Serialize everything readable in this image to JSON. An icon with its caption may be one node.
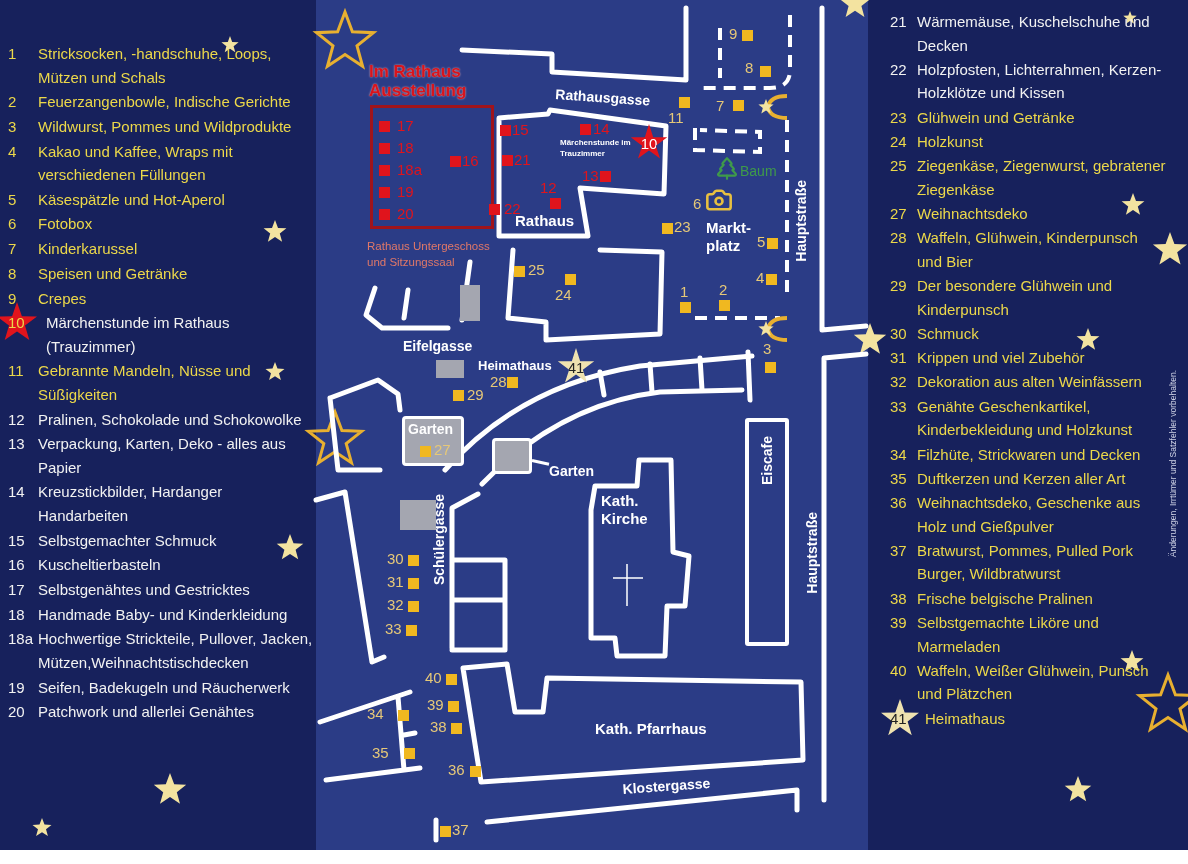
{
  "diagram": {
    "nodes": [
      {
        "text": [
          "Im Rathaus Ausstellung",
          "17",
          "18",
          "18a",
          "19",
          "20"
        ],
        "beside": [
          "Rathaus Untergeschoss und Sitzungssaal"
        ]
      },
      {
        "text": [
          "Rathaus"
        ]
      },
      {
        "text": [
          "Kath. Kirche"
        ]
      },
      {
        "text": [
          "Kath. Pfarrhaus"
        ]
      },
      {
        "text": [
          "Eiscafe"
        ]
      },
      {
        "text": [
          "Garten"
        ]
      },
      {
        "text": [
          "Garten"
        ]
      },
      {
        "text": [],
        "shape": "box"
      }
    ],
    "edges": [
      {
        "from": 6,
        "to": 7,
        "arrow": "none"
      }
    ],
    "labels": [
      "1",
      "Stricksocken, -handschuhe, Loops, Mützen und Schals",
      "2",
      "Feuerzangenbowle, Indische Gerichte",
      "3",
      "Wildwurst, Pommes und Wildprodukte",
      "4",
      "Kakao und Kaffee, Wraps mit verschiedenen Füllungen",
      "5",
      "Käsespätzle und Hot-Aperol",
      "6",
      "Fotobox",
      "7",
      "Kinderkarussel",
      "8",
      "Speisen und Getränke",
      "9",
      "Crepes",
      "10",
      "Märchenstunde im Rathaus (Trauzimmer)",
      "11",
      "Gebrannte Mandeln, Nüsse und Süßigkeiten",
      "12",
      "Pralinen, Schokolade und Schokowolke",
      "13",
      "Verpackung, Karten, Deko - alles aus Papier",
      "14",
      "Kreuzstickbilder, Hardanger Handarbeiten",
      "15",
      "Selbstgemachter Schmuck",
      "16",
      "Kuscheltierbasteln",
      "17",
      "Selbstgenähtes und Gestricktes",
      "18",
      "Handmade Baby- und Kinderkleidung",
      "18a",
      "Hochwertige Strickteile, Pullover, Jacken, Mützen,Weihnachtstischdecken",
      "19",
      "Seifen, Badekugeln und Räucherwerk",
      "20",
      "Patchwork und allerlei Genähtes",
      "21",
      "Wärmemäuse, Kuschelschuhe und Decken",
      "22",
      "Holzpfosten, Lichterrahmen, Kerzen-Holzklötze und Kissen",
      "23",
      "Glühwein und Getränke",
      "24",
      "Holzkunst",
      "25",
      "Ziegenkäse, Ziegenwurst, gebratener Ziegenkäse",
      "27",
      "Weihnachtsdeko",
      "28",
      "Waffeln, Glühwein, Kinderpunsch und Bier",
      "29",
      "Der besondere Glühwein und Kinderpunsch",
      "30",
      "Schmuck",
      "31",
      "Krippen und viel Zubehör",
      "32",
      "Dekoration aus alten Weinfässern",
      "33",
      "Genähte Geschenkartikel, Kinderbekleidung und Holzkunst",
      "34",
      "Filzhüte, Strickwaren und Decken",
      "35",
      "Duftkerzen und Kerzen aller Art",
      "36",
      "Weihnachtsdeko, Geschenke aus Holz und Gießpulver",
      "37",
      "Bratwurst, Pommes, Pulled Pork Burger, Wildbratwurst",
      "38",
      "Frische belgische Pralinen",
      "39",
      "Selbstgemachte Liköre und Marmeladen",
      "40",
      "Waffeln, Weißer Glühwein, Punsch und Plätzchen",
      "41",
      "Heimathaus",
      "Änderungen, Irrtümer und Satzfehler vorbehalten.",
      "Rathausgasse",
      "9",
      "8",
      "7",
      "11",
      "15",
      "14",
      "10",
      "Märchenstunde im Trauzimmer",
      "16",
      "21",
      "Baum",
      "13",
      "12",
      "22",
      "6",
      "23",
      "Markt- platz",
      "5",
      "Hauptstraße",
      "25",
      "4",
      "24",
      "1",
      "2",
      "Eifelgasse",
      "3",
      "Heimathaus",
      "41",
      "28",
      "29",
      "27",
      "Schülergasse",
      "30",
      "31",
      "32",
      "33",
      "Hauptstraße",
      "40",
      "39",
      "34",
      "38",
      "35",
      "36",
      "Klostergasse",
      "37"
    ]
  }
}
